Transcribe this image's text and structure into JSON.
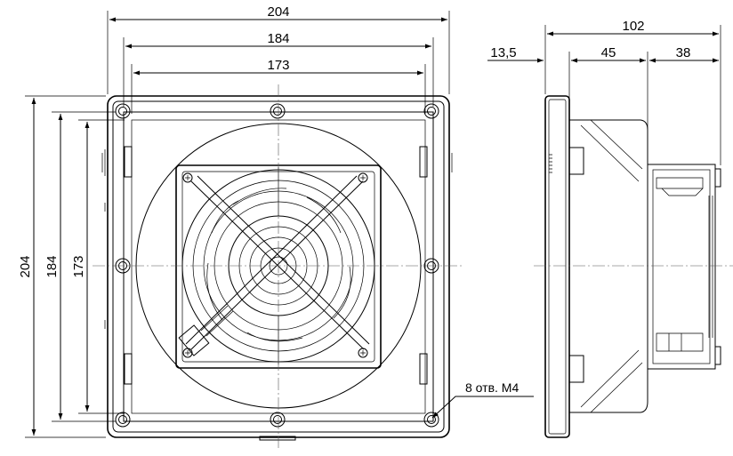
{
  "dimensions": {
    "front_top_outer": "204",
    "front_top_middle": "184",
    "front_top_inner": "173",
    "front_left_outer": "204",
    "front_left_middle": "184",
    "front_left_inner": "173",
    "side_total_depth": "102",
    "side_flange": "13,5",
    "side_body": "45",
    "side_fan": "38"
  },
  "notes": {
    "mounting_holes": "8 отв. М4"
  }
}
